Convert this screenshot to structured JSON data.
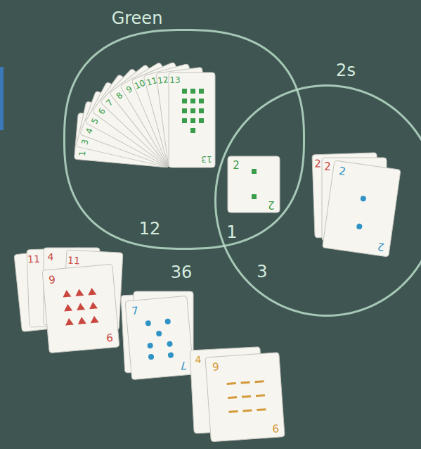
{
  "diagram": {
    "nodes": [
      {
        "text": [
          "Green"
        ]
      },
      {
        "text": [
          "2s"
        ]
      }
    ],
    "labels": [
      "12",
      "1",
      "36",
      "3",
      "1",
      "3",
      "4",
      "5",
      "6",
      "7",
      "8",
      "9",
      "10",
      "11",
      "12",
      "13",
      "13",
      "2",
      "2",
      "2",
      "2",
      "2",
      "2",
      "11",
      "4",
      "11",
      "9",
      "9",
      "7",
      "7",
      "4",
      "9",
      "9"
    ]
  }
}
